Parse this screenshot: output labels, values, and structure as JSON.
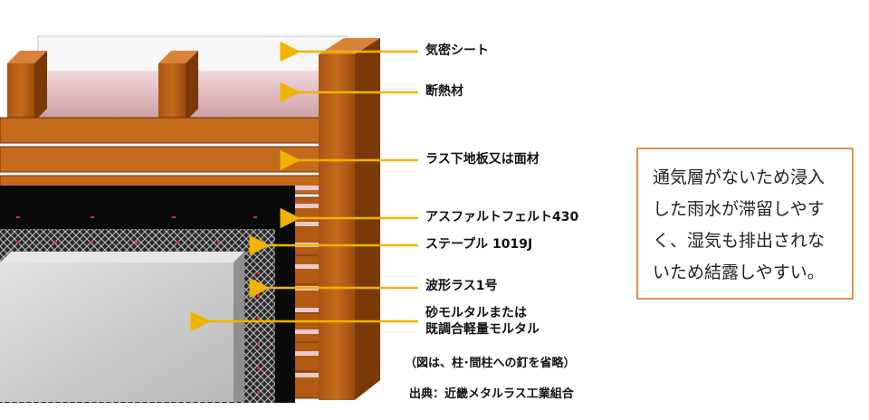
{
  "labels": [
    "気密シート",
    "断熱材",
    "ラス下地板又は面材",
    "アスファルトフェルト430",
    "ステープル 1019J",
    "波形ラス1号",
    "砂モルタルまたは",
    "既調合軽量モルタル"
  ],
  "note": "（図は、柱･間柱への釘を省略）",
  "source": "出典：近畿メタルラス工業組合",
  "callout": {
    "lines": [
      "通気層がないため浸入",
      "した雨水が滞留しやす",
      "く、湿気も排出されな",
      "いため結露しやすい。"
    ]
  },
  "colors": {
    "wood": "#b35a12",
    "wood_dark": "#7a3a08",
    "insulation": "#d9a7ab",
    "felt": "#0a0a0a",
    "mortar": "#c8c8c8",
    "arrow": "#f0b400",
    "callout_border": "#e8904a"
  }
}
